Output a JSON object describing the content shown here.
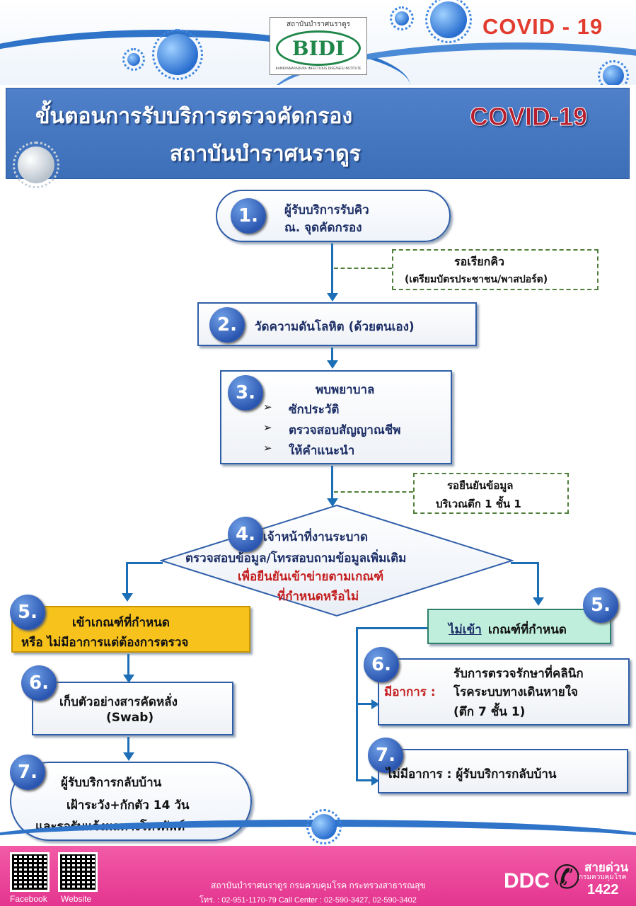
{
  "header": {
    "logo_top_text": "สถาบันบำราศนราดูร",
    "logo_mark": "BIDI",
    "logo_sub_text": "BAMRASNARADURA INFECTIOUS DISEASES INSTITUTE",
    "covid_tag": "COVID - 19"
  },
  "title": {
    "line1": "ขั้นตอนการรับบริการตรวจคัดกรอง",
    "covid": "COVID-19",
    "line2": "สถาบันบำราศนราดูร"
  },
  "steps": {
    "step1": {
      "num": "1.",
      "line1": "ผู้รับบริการรับคิว",
      "line2": "ณ. จุดคัดกรอง"
    },
    "note_queue": {
      "line1": "รอเรียกคิว",
      "line2": "(เตรียมบัตรประชาชน/พาสปอร์ต)"
    },
    "step2": {
      "num": "2.",
      "text": "วัดความดันโลหิต (ด้วยตนเอง)"
    },
    "step3": {
      "num": "3.",
      "heading": "พบพยาบาล",
      "bullet": "➢",
      "items": [
        "ซักประวัติ",
        "ตรวจสอบสัญญาณชีพ",
        "ให้คำแนะนำ"
      ]
    },
    "note_confirm": {
      "line1": "รอยืนยันข้อมูล",
      "line2": "บริเวณตึก 1 ชั้น 1"
    },
    "step4": {
      "num": "4.",
      "line1": "เจ้าหน้าที่งานระบาด",
      "line2": "ตรวจสอบข้อมูล/โทรสอบถามข้อมูลเพิ่มเติม",
      "line3": "เพื่อยืนยันเข้าข่ายตามเกณฑ์",
      "line4": "ที่กำหนดหรือไม่"
    },
    "left": {
      "step5": {
        "num": "5.",
        "line1": "เข้าเกณฑ์ที่กำหนด",
        "line2": "หรือ ไม่มีอาการแต่ต้องการตรวจ"
      },
      "step6": {
        "num": "6.",
        "line1": "เก็บตัวอย่างสารคัดหลั่ง",
        "line2": "(Swab)"
      },
      "step7": {
        "num": "7.",
        "line1": "ผู้รับบริการกลับบ้าน",
        "line2": "เฝ้าระวัง+กักตัว 14 วัน",
        "line3": "และรอรับแจ้งผลทางโทรศัพท์"
      }
    },
    "right": {
      "step5": {
        "num": "5.",
        "underline": "ไม่เข้า",
        "rest": "เกณฑ์ที่กำหนด"
      },
      "step6": {
        "num": "6.",
        "label": "มีอาการ :",
        "line1": "รับการตรวจรักษาที่คลินิก",
        "line2": "โรคระบบทางเดินหายใจ",
        "line3": "(ตึก 7 ชั้น 1)"
      },
      "step7": {
        "num": "7.",
        "text": "ไม่มีอาการ : ผู้รับบริการกลับบ้าน"
      }
    }
  },
  "footer": {
    "facebook_label": "Facebook",
    "website_label": "Website",
    "org_line": "สถาบันบำราศนราดูร  กรมควบคุมโรค  กระทรวงสาธารณสุข",
    "contact_line": "โทร. : 02-951-1170-79  Call Center : 02-590-3427, 02-590-3402",
    "ddc": "DDC",
    "hotline_label": "สายด่วน",
    "hotline_org": "กรมควบคุมโรค",
    "hotline_number": "1422"
  },
  "colors": {
    "primary_blue": "#2f5ea8",
    "banner_blue": "#4f80c9",
    "accent_red": "#c41e1e",
    "yellow_box": "#f7c21c",
    "green_box": "#bfeedd",
    "footer_pink": "#e4358f"
  }
}
